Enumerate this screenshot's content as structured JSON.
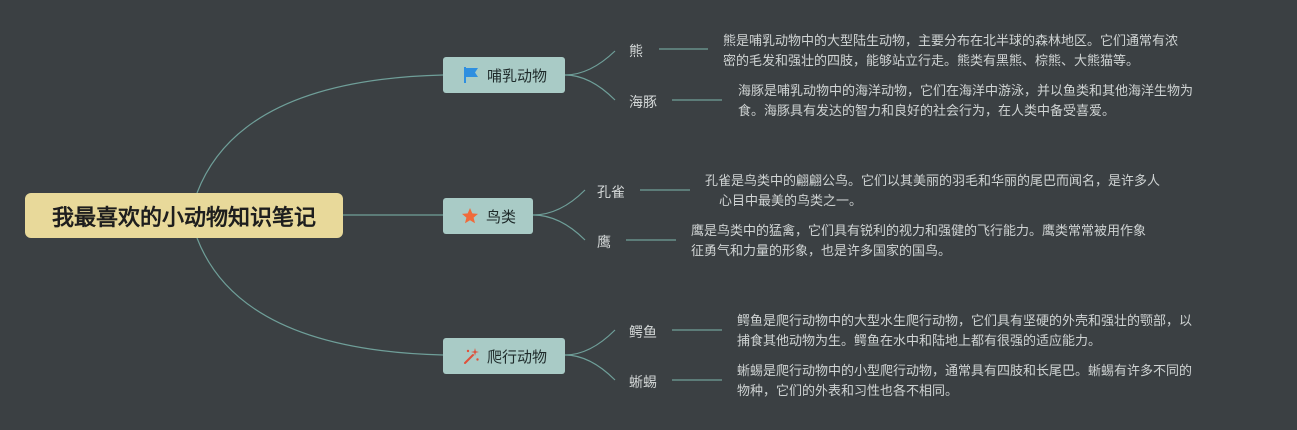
{
  "root": {
    "title": "我最喜欢的小动物知识笔记"
  },
  "categories": [
    {
      "label": "哺乳动物",
      "icon": "blue-flag-icon",
      "children": [
        {
          "label": "熊",
          "note": [
            "熊是哺乳动物中的大型陆生动物，主要分布在北半球的森林地区。它们通常有浓",
            "密的毛发和强壮的四肢，能够站立行走。熊类有黑熊、棕熊、大熊猫等。"
          ]
        },
        {
          "label": "海豚",
          "note": [
            "海豚是哺乳动物中的海洋动物，它们在海洋中游泳，并以鱼类和其他海洋生物为",
            "食。海豚具有发达的智力和良好的社会行为，在人类中备受喜爱。"
          ]
        }
      ]
    },
    {
      "label": "鸟类",
      "icon": "orange-star-icon",
      "children": [
        {
          "label": "孔雀",
          "note": [
            "孔雀是鸟类中的翩翩公鸟。它们以其美丽的羽毛和华丽的尾巴而闻名，是许多人",
            "心目中最美的鸟类之一。"
          ]
        },
        {
          "label": "鹰",
          "note": [
            "鹰是鸟类中的猛禽，它们具有锐利的视力和强健的飞行能力。鹰类常常被用作象",
            "征勇气和力量的形象，也是许多国家的国鸟。"
          ]
        }
      ]
    },
    {
      "label": "爬行动物",
      "icon": "sparkle-wand-icon",
      "children": [
        {
          "label": "鳄鱼",
          "note": [
            "鳄鱼是爬行动物中的大型水生爬行动物，它们具有坚硬的外壳和强壮的颚部，以",
            "捕食其他动物为生。鳄鱼在水中和陆地上都有很强的适应能力。"
          ]
        },
        {
          "label": "蜥蜴",
          "note": [
            "蜥蜴是爬行动物中的小型爬行动物，通常具有四肢和长尾巴。蜥蜴有许多不同的",
            "物种，它们的外表和习性也各不相同。"
          ]
        }
      ]
    }
  ],
  "colors": {
    "background": "#3b4043",
    "root_fill": "#e8d99a",
    "category_fill": "#a9cbc6",
    "connector": "#6f9f99",
    "flag": "#2f8fe0",
    "star": "#f06a3a",
    "wand": "#e0503a"
  }
}
